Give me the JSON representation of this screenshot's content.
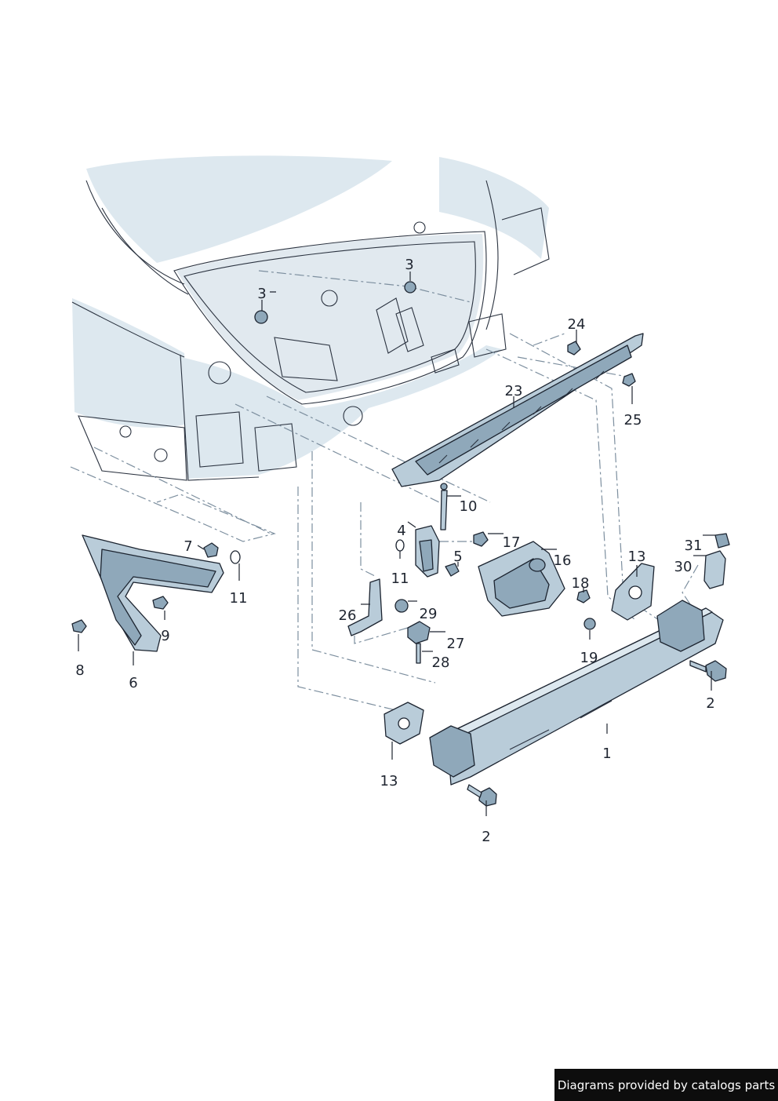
{
  "watermark": "Diagrams provided by catalogs parts",
  "callouts": {
    "c1": "1",
    "c2a": "2",
    "c2b": "2",
    "c3a": "3",
    "c3b": "3",
    "c4": "4",
    "c5": "5",
    "c6": "6",
    "c7": "7",
    "c8": "8",
    "c9": "9",
    "c10": "10",
    "c11a": "11",
    "c11b": "11",
    "c13a": "13",
    "c13b": "13",
    "c16": "16",
    "c17": "17",
    "c18": "18",
    "c19": "19",
    "c23": "23",
    "c24": "24",
    "c25": "25",
    "c26": "26",
    "c27": "27",
    "c28": "28",
    "c29": "29",
    "c30": "30",
    "c31": "31"
  },
  "colors": {
    "ink": "#1f2530",
    "part_fill": "#8fa8ba",
    "body_tint": "#dde8ef",
    "dash_line": "#7d8f9f"
  }
}
